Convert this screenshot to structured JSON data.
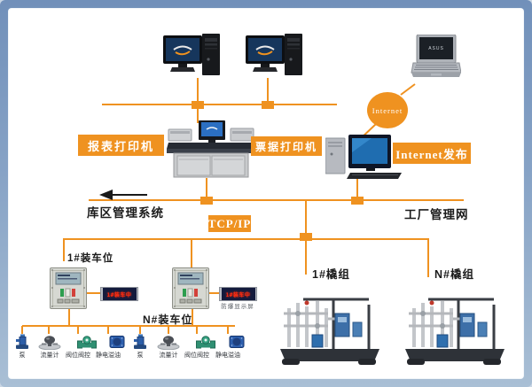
{
  "colors": {
    "accent_orange": "#EF9220",
    "led_red": "#FF2B12",
    "frame_blue": "#87A3C6"
  },
  "nodes": {
    "internet": "Internet",
    "laptop_logo": "ASUS"
  },
  "labels": {
    "report_printer": "报表打印机",
    "ticket_printer": "票据打印机",
    "internet_publish": "Internet发布",
    "depot_system": "库区管理系统",
    "tcpip": "TCP/IP",
    "factory_net": "工厂管理网",
    "bay_1": "1#装车位",
    "bay_n": "N#装车位",
    "led_text": "1#装车中",
    "display_caption": "防爆显示屏",
    "skid_1": "1#橇组",
    "skid_n": "N#橇组"
  },
  "devices": [
    "泵",
    "流量计",
    "阀位阀控",
    "静电溢油"
  ]
}
